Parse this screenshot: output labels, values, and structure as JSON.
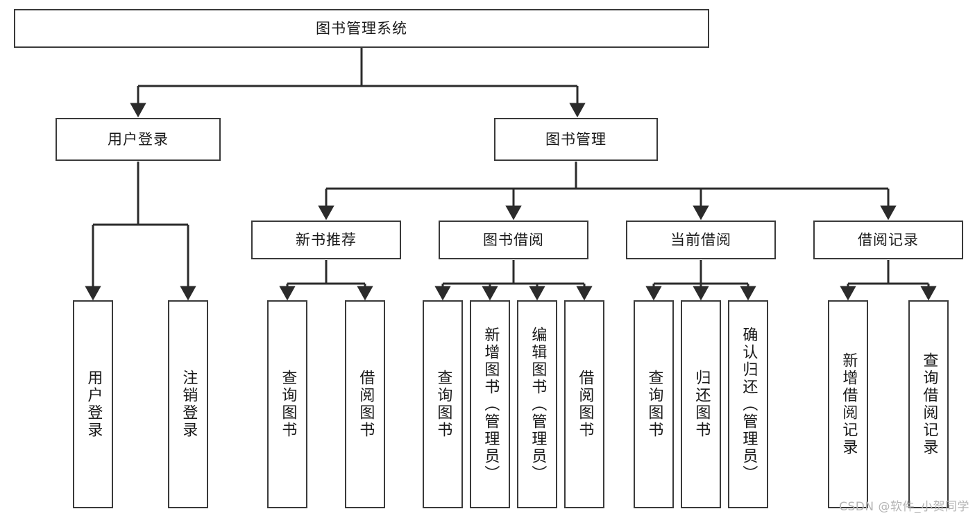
{
  "diagram": {
    "title": "图书管理系统",
    "type": "tree-hierarchy",
    "watermark": "CSDN @软件_小贺同学",
    "colors": {
      "background": "#ffffff",
      "box_border": "#3a3a3a",
      "edge": "#2b2b2b",
      "text": "#1a1a1a",
      "watermark": "#b4b4b4"
    },
    "nodes": {
      "root": {
        "label": "图书管理系统",
        "level": 0
      },
      "l1": [
        {
          "id": "user_login",
          "label": "用户登录",
          "level": 1
        },
        {
          "id": "book_manage",
          "label": "图书管理",
          "level": 1
        }
      ],
      "l2": [
        {
          "id": "new_book_rec",
          "label": "新书推荐",
          "level": 2
        },
        {
          "id": "book_borrow",
          "label": "图书借阅",
          "level": 2
        },
        {
          "id": "current_borrow",
          "label": "当前借阅",
          "level": 2
        },
        {
          "id": "borrow_record",
          "label": "借阅记录",
          "level": 2
        }
      ],
      "leaves": [
        {
          "id": "leaf_user_login",
          "label": "用户登录",
          "parent": "user_login"
        },
        {
          "id": "leaf_logout",
          "label": "注销登录",
          "parent": "user_login"
        },
        {
          "id": "leaf_query_book_1",
          "label": "查询图书",
          "parent": "new_book_rec"
        },
        {
          "id": "leaf_borrow_book_1",
          "label": "借阅图书",
          "parent": "new_book_rec"
        },
        {
          "id": "leaf_query_book_2",
          "label": "查询图书",
          "parent": "book_borrow"
        },
        {
          "id": "leaf_add_book",
          "label": "新增图书（管理员）",
          "parent": "book_borrow"
        },
        {
          "id": "leaf_edit_book",
          "label": "编辑图书（管理员）",
          "parent": "book_borrow"
        },
        {
          "id": "leaf_borrow_book_2",
          "label": "借阅图书",
          "parent": "book_borrow"
        },
        {
          "id": "leaf_query_book_3",
          "label": "查询图书",
          "parent": "current_borrow"
        },
        {
          "id": "leaf_return_book",
          "label": "归还图书",
          "parent": "current_borrow"
        },
        {
          "id": "leaf_confirm_return",
          "label": "确认归还（管理员）",
          "parent": "current_borrow"
        },
        {
          "id": "leaf_add_record",
          "label": "新增借阅记录",
          "parent": "borrow_record"
        },
        {
          "id": "leaf_query_record",
          "label": "查询借阅记录",
          "parent": "borrow_record"
        }
      ]
    }
  }
}
